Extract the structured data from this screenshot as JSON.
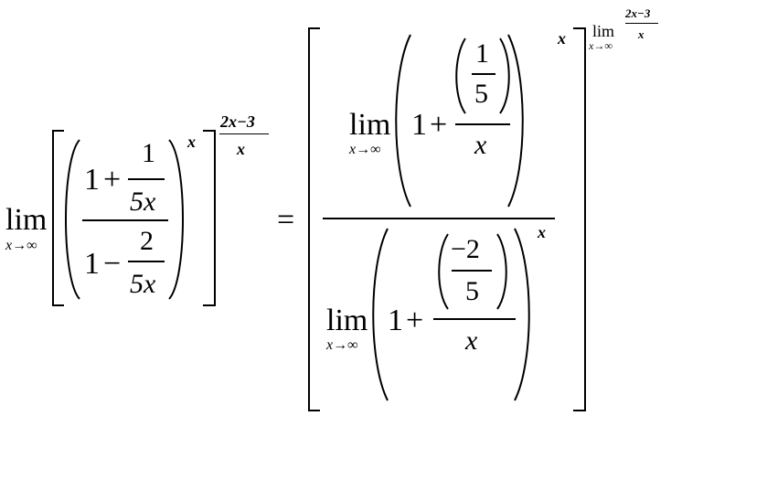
{
  "lhs": {
    "lim": "lim",
    "sub": "x→∞",
    "top_one": "1",
    "top_plus": "+",
    "top_num": "1",
    "top_den": "5x",
    "bot_one": "1",
    "bot_minus": "−",
    "bot_num": "2",
    "bot_den": "5x",
    "inner_exp": "x",
    "outer_exp_num": "2x−3",
    "outer_exp_den": "x"
  },
  "equals": "=",
  "rhs": {
    "numerator": {
      "lim": "lim",
      "sub": "x→∞",
      "one": "1",
      "plus": "+",
      "frac_num": "1",
      "frac_den": "5",
      "over": "x",
      "exp": "x"
    },
    "denominator": {
      "lim": "lim",
      "sub": "x→∞",
      "one": "1",
      "plus": "+",
      "frac_num": "−2",
      "frac_den": "5",
      "over": "x",
      "exp": "x"
    },
    "outer_exp": {
      "lim": "lim",
      "sub": "x→∞",
      "num": "2x−3",
      "den": "x"
    }
  }
}
